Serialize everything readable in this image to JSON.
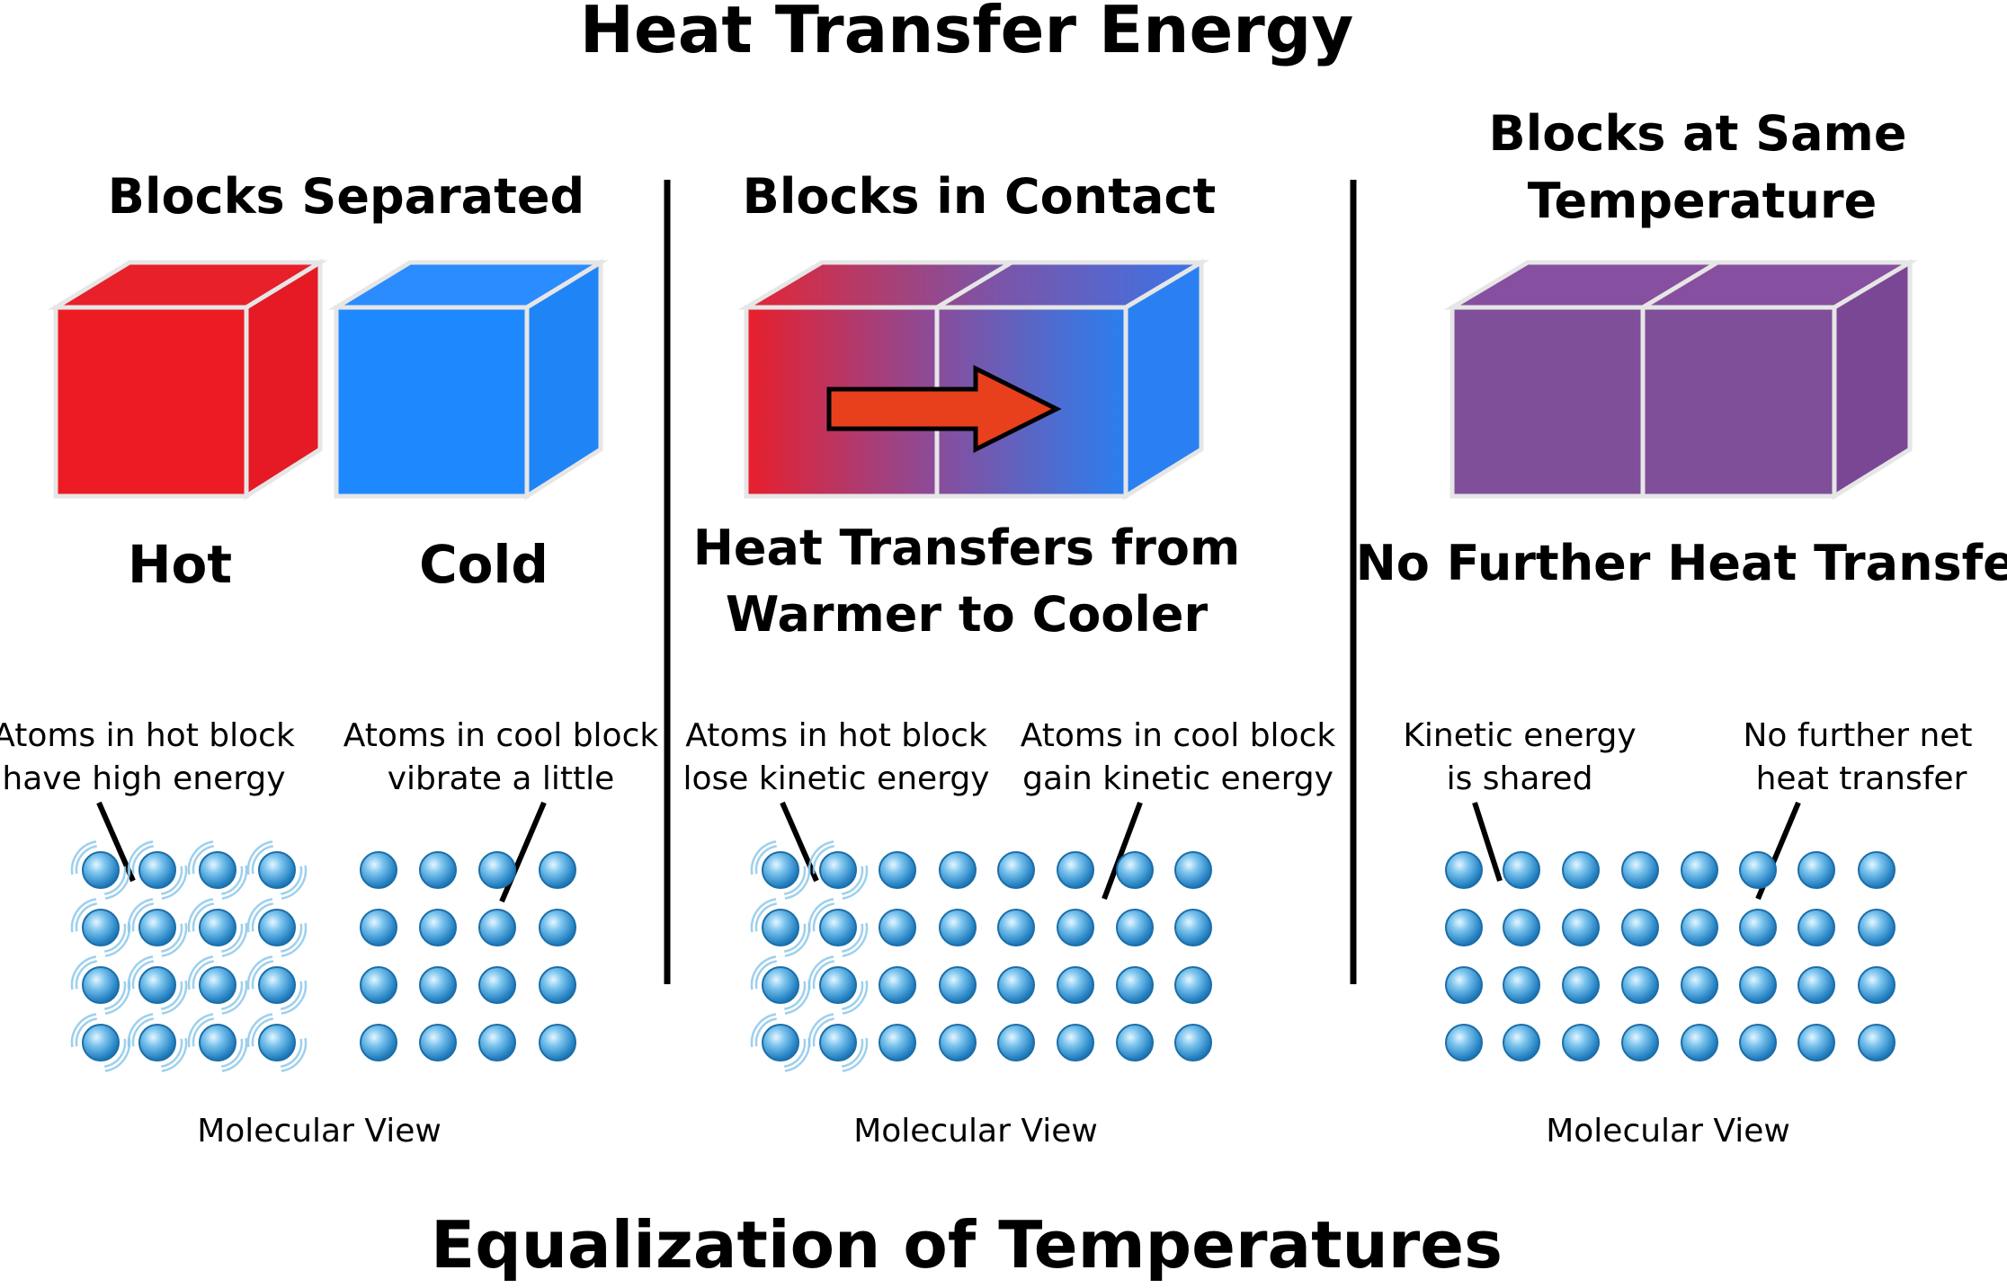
{
  "title": "Heat Transfer Energy",
  "footer": "Equalization of Temperatures",
  "colors": {
    "hot": "#ed1c24",
    "cold": "#1e88ff",
    "shared": "#7f4f9a",
    "arrow": "#e8401c",
    "outline": "#e8e8e8"
  },
  "panels": [
    {
      "heading_lines": [
        "Blocks Separated"
      ],
      "labels": [
        "Hot",
        "Cold"
      ],
      "note_left": [
        "Atoms in hot block",
        "have high energy"
      ],
      "note_right": [
        "Atoms in cool block",
        "vibrate a little"
      ],
      "caption": "Molecular View"
    },
    {
      "heading_lines": [
        "Blocks in Contact"
      ],
      "labels": [
        "Heat Transfers from",
        "Warmer to Cooler"
      ],
      "note_left": [
        "Atoms in hot block",
        "lose kinetic energy"
      ],
      "note_right": [
        "Atoms in cool block",
        "gain kinetic energy"
      ],
      "caption": "Molecular View"
    },
    {
      "heading_lines": [
        "Blocks at Same",
        "Temperature"
      ],
      "labels": [
        "No Further Heat Transfer"
      ],
      "note_left": [
        "Kinetic energy",
        "is shared"
      ],
      "note_right": [
        "No further net",
        "heat transfer"
      ],
      "caption": "Molecular View"
    }
  ]
}
